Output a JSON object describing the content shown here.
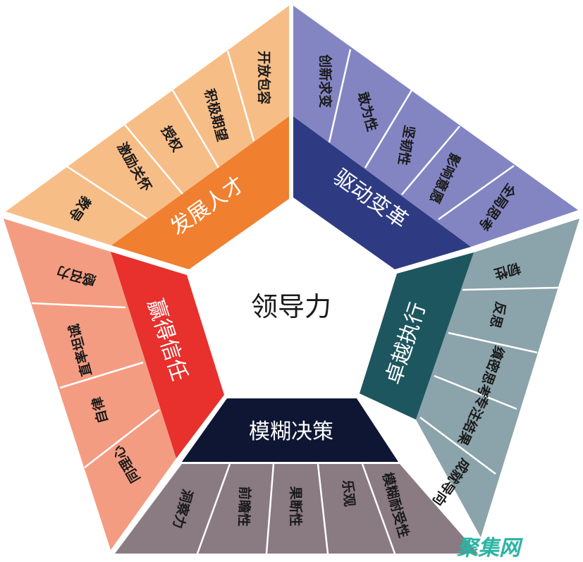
{
  "center": {
    "label": "领导力"
  },
  "sections": [
    {
      "key": "develop",
      "main_label": "发展人才",
      "main_color": "#f07f2f",
      "sub_color": "#f7bd87",
      "items": [
        "教导",
        "激励关怀",
        "授权",
        "积极期望",
        "开放包容"
      ]
    },
    {
      "key": "change",
      "main_label": "驱动变革",
      "main_color": "#2e3b82",
      "sub_color": "#8385c3",
      "items": [
        "创新求变",
        "敢为性",
        "坚韧性",
        "影响意愿",
        "全局思考"
      ]
    },
    {
      "key": "execute",
      "main_label": "卓越执行",
      "main_color": "#1d565e",
      "sub_color": "#8ba3aa",
      "items": [
        "韧性",
        "反思",
        "缜密思考",
        "专注结果",
        "成就导向"
      ]
    },
    {
      "key": "decide",
      "main_label": "模糊决策",
      "main_color": "#0f1633",
      "sub_color": "#8a7a82",
      "items": [
        "洞察力",
        "前瞻性",
        "果断性",
        "乐观",
        "模糊耐受性"
      ]
    },
    {
      "key": "trust",
      "main_label": "赢得信任",
      "main_color": "#e8302c",
      "sub_color": "#f49c82",
      "items": [
        "感召力",
        "直率坦诚",
        "自律",
        "同理心"
      ]
    }
  ],
  "watermark": {
    "text": "聚集网",
    "color": "#2bb3a3"
  }
}
